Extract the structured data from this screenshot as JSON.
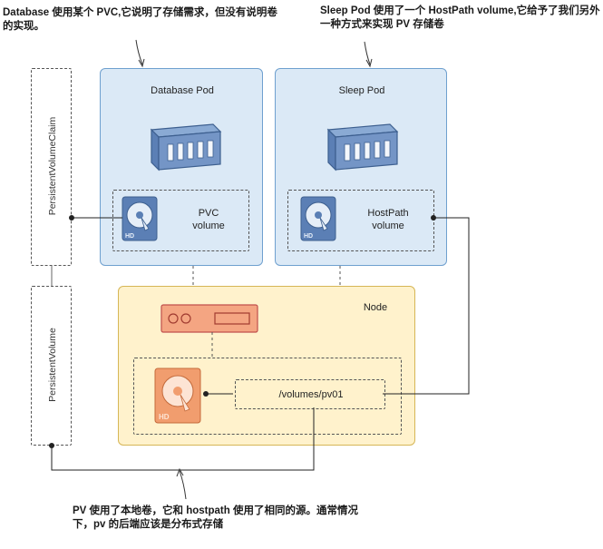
{
  "annotations": {
    "database_pvc": "Database 使用某个 PVC,它说明了存储需求，但没有说明卷的实现。",
    "sleep_hostpath": "Sleep Pod 使用了一个 HostPath volume,它给予了我们另外一种方式来实现 PV 存储卷",
    "pv_local": "PV 使用了本地卷，它和 hostpath 使用了相同的源。通常情况下，pv 的后端应该是分布式存储"
  },
  "left_labels": {
    "pvc": "PersistentVolumeClaim",
    "pv": "PersistentVolume"
  },
  "database_pod": {
    "title": "Database Pod",
    "volume_line1": "PVC",
    "volume_line2": "volume",
    "hd": "HD"
  },
  "sleep_pod": {
    "title": "Sleep Pod",
    "volume_line1": "HostPath",
    "volume_line2": "volume",
    "hd": "HD"
  },
  "node": {
    "title": "Node",
    "path": "/volumes/pv01",
    "hd": "HD"
  },
  "colors": {
    "pod_fill": "#dbe9f6",
    "pod_stroke": "#6fa0cf",
    "node_fill": "#fff2cc",
    "node_stroke": "#d6b656",
    "server_fill": "#f4a582",
    "server_stroke": "#c0504d",
    "disk_blue": "#5b7fb5",
    "disk_orange": "#f19d6e"
  },
  "icons": {
    "container": "container-icon",
    "disk": "hard-disk-icon",
    "server": "server-icon"
  }
}
